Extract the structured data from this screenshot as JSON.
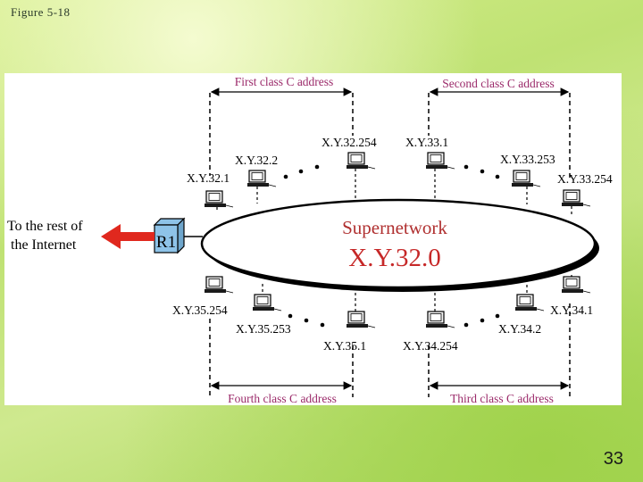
{
  "figure_label": "Figure 5-18",
  "page_number": "33",
  "diagram": {
    "top_left_range": "First class C address",
    "top_right_range": "Second class C address",
    "bottom_left_range": "Fourth class C address",
    "bottom_right_range": "Third class C address",
    "router": "R1",
    "internet_line1": "To the rest of",
    "internet_line2": "the Internet",
    "supernet_title": "Supernetwork",
    "supernet_address": "X.Y.32.0",
    "hosts": {
      "h_32_1": "X.Y.32.1",
      "h_32_2": "X.Y.32.2",
      "h_32_254": "X.Y.32.254",
      "h_33_1": "X.Y.33.1",
      "h_33_253": "X.Y.33.253",
      "h_33_254": "X.Y.33.254",
      "h_34_1": "X.Y.34.1",
      "h_34_2": "X.Y.34.2",
      "h_34_254": "X.Y.34.254",
      "h_35_1": "X.Y.35.1",
      "h_35_253": "X.Y.35.253",
      "h_35_254": "X.Y.35.254"
    },
    "colors": {
      "range_label": "#9b2a6a",
      "title": "#b03030",
      "address": "#c62828",
      "arrow": "#e0281e",
      "router_fill": "#8ec3e8"
    }
  }
}
